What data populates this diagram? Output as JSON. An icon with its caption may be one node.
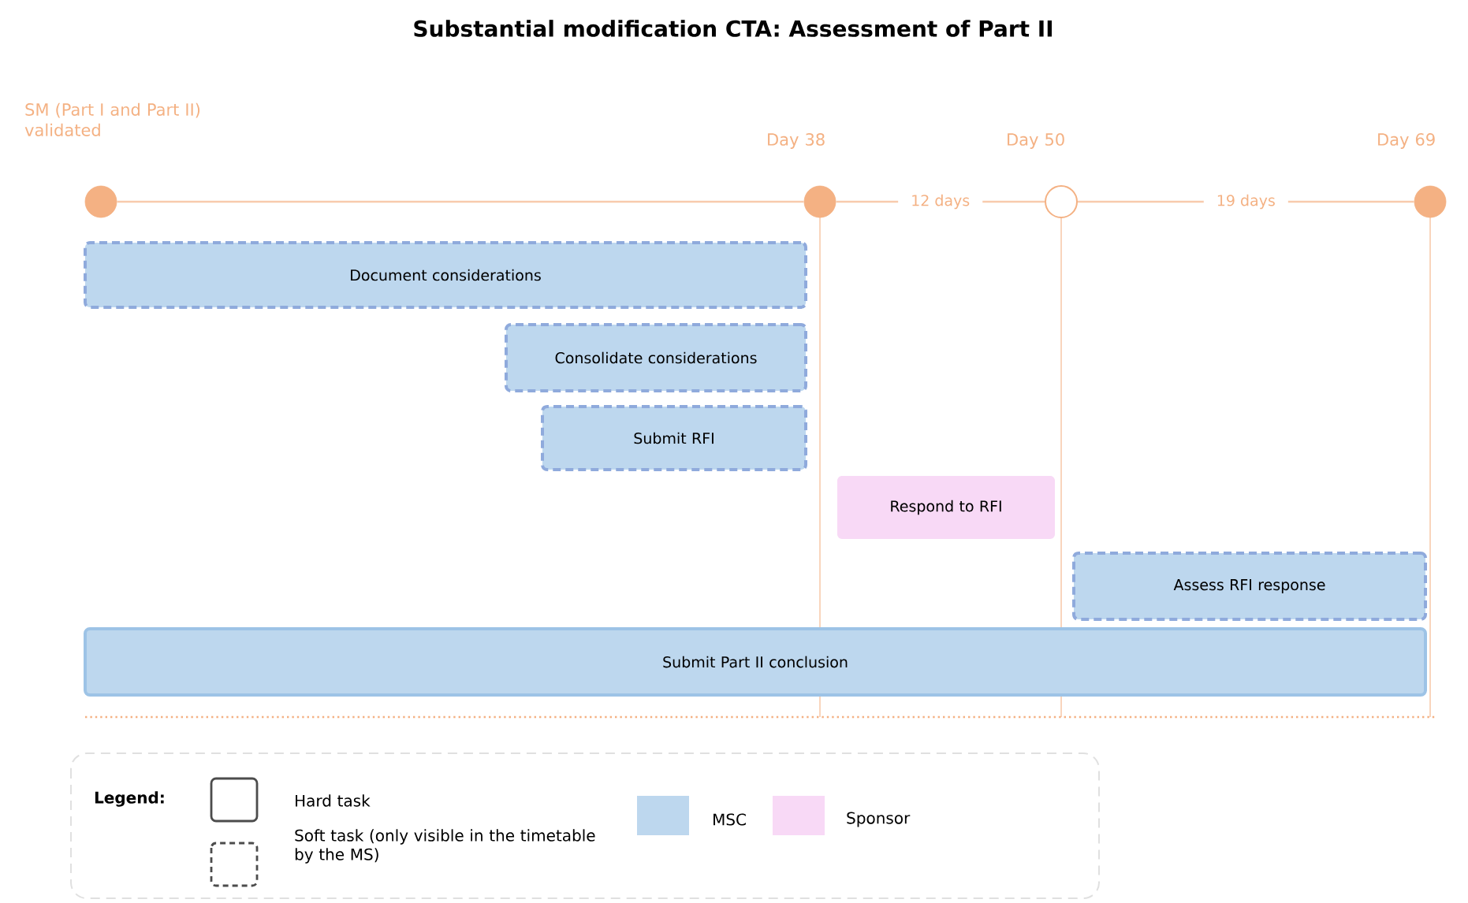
{
  "diagram": {
    "title": "Substantial modification CTA: Assessment of Part II",
    "nodes": [
      {
        "text": [
          "SM (Part I and Part II) validated"
        ]
      },
      {
        "text": [
          "Day 38"
        ]
      },
      {
        "text": [
          "Day 50"
        ]
      },
      {
        "text": [
          "Day 69"
        ]
      },
      {
        "text": [
          "Document considerations"
        ]
      },
      {
        "text": [
          "Consolidate considerations"
        ]
      },
      {
        "text": [
          "Submit RFI"
        ]
      },
      {
        "text": [
          "Respond to RFI"
        ]
      },
      {
        "text": [
          "Assess RFI response"
        ]
      },
      {
        "text": [
          "Submit Part II conclusion"
        ]
      }
    ],
    "edges": [
      {
        "from": 0,
        "to": 1,
        "arrow": "none"
      },
      {
        "from": 1,
        "to": 2,
        "arrow": "none",
        "label": "12 days"
      },
      {
        "from": 2,
        "to": 3,
        "arrow": "none",
        "label": "19 days"
      }
    ],
    "labels": [
      "Legend:"
    ],
    "legend": [
      {
        "text": "Hard task"
      },
      {
        "text": "Soft task (only visible in the timetable by the MS)"
      },
      {
        "text": "MSC",
        "color": "#bdd7ee"
      },
      {
        "text": "Sponsor",
        "color": "#f8d9f6"
      }
    ]
  }
}
